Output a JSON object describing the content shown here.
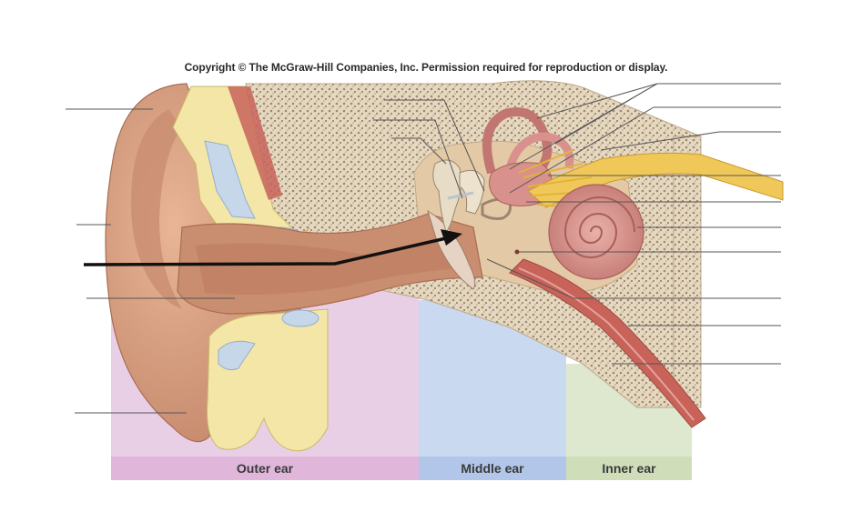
{
  "copyright": "Copyright © The McGraw-Hill Companies, Inc. Permission required for reproduction or display.",
  "regions": [
    {
      "key": "outer",
      "label": "Outer ear",
      "color": "#e9cfe6",
      "bar_color": "#e0b6da"
    },
    {
      "key": "middle",
      "label": "Middle ear",
      "color": "#c9d9f0",
      "bar_color": "#b1c6e8"
    },
    {
      "key": "inner",
      "label": "Inner ear",
      "color": "#dde8cf",
      "bar_color": "#cfdeb9"
    }
  ],
  "leader_lines": {
    "left_count": 4,
    "right_count": 10,
    "note": ""
  },
  "colors": {
    "skin": "#d9a27f",
    "skin_dark": "#b97a5c",
    "canal": "#c98d70",
    "bone": "#e6d7bf",
    "fat": "#f3e6a6",
    "cartilage": "#c7d7ea",
    "nerve": "#f0c85a",
    "cochlea": "#d8918c",
    "muscle": "#c8635a",
    "line": "#555555",
    "arrow": "#111111"
  }
}
